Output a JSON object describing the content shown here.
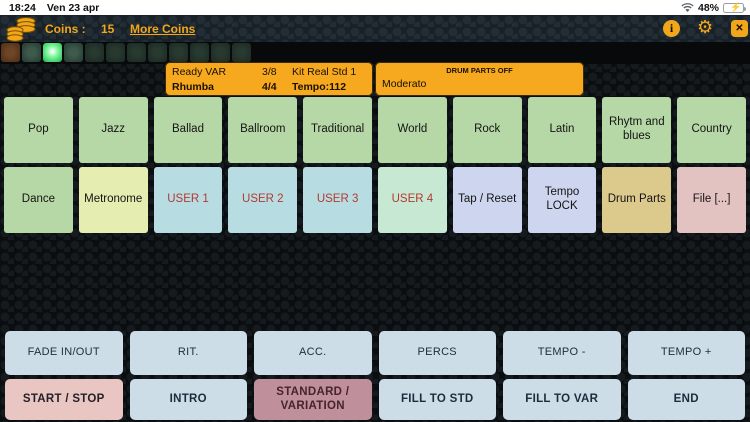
{
  "status_bar": {
    "time": "18:24",
    "date": "Ven 23 apr",
    "battery_percent": "48%"
  },
  "toolbar": {
    "coins_label": "Coins :",
    "coins_value": "15",
    "more_coins_link": "More Coins",
    "info_glyph": "i",
    "gear_glyph": "⚙",
    "close_glyph": "✕"
  },
  "leds": {
    "states": [
      "orange",
      "dim",
      "on",
      "dim",
      "faint",
      "faint",
      "faint",
      "faint",
      "faint",
      "faint",
      "faint",
      "faint"
    ]
  },
  "display": {
    "status": "Ready VAR",
    "position": "3/8",
    "kit": "Kit Real Std 1",
    "style": "Rhumba",
    "time_signature": "4/4",
    "tempo": "Tempo:112",
    "drum_parts_status": "DRUM PARTS OFF",
    "tempo_label": "Moderato"
  },
  "style_rows": {
    "row1": [
      "Pop",
      "Jazz",
      "Ballad",
      "Ballroom",
      "Traditional",
      "World",
      "Rock",
      "Latin",
      "Rhytm and blues",
      "Country"
    ],
    "row2": [
      "Dance",
      "Metronome",
      "USER 1",
      "USER 2",
      "USER 3",
      "USER 4",
      "Tap / Reset",
      "Tempo LOCK",
      "Drum Parts",
      "File [...]"
    ]
  },
  "transport": {
    "row1": [
      "FADE IN/OUT",
      "RIT.",
      "ACC.",
      "PERCS",
      "TEMPO -",
      "TEMPO +"
    ],
    "row2": [
      "START / STOP",
      "INTRO",
      "STANDARD / VARIATION",
      "FILL TO STD",
      "FILL TO VAR",
      "END"
    ]
  },
  "colors": {
    "accent_orange": "#F2A71B",
    "display_orange": "#F6A81E",
    "style_green": "#B6D8A6",
    "metronome_yellow": "#E6EDB0",
    "user_cyan": "#B7DDE3",
    "user4_mint": "#C7E8D3",
    "user_text_red": "#B23A31",
    "lavender": "#CED5EE",
    "khaki": "#DCC98C",
    "dusty_pink": "#E3C3C1",
    "transport_blue": "#CCDDE7",
    "start_stop_rose": "#E9C6C2",
    "variation_mauve": "#C08F9C",
    "led_on_green": "#45D973",
    "battery_green": "#34C759"
  }
}
